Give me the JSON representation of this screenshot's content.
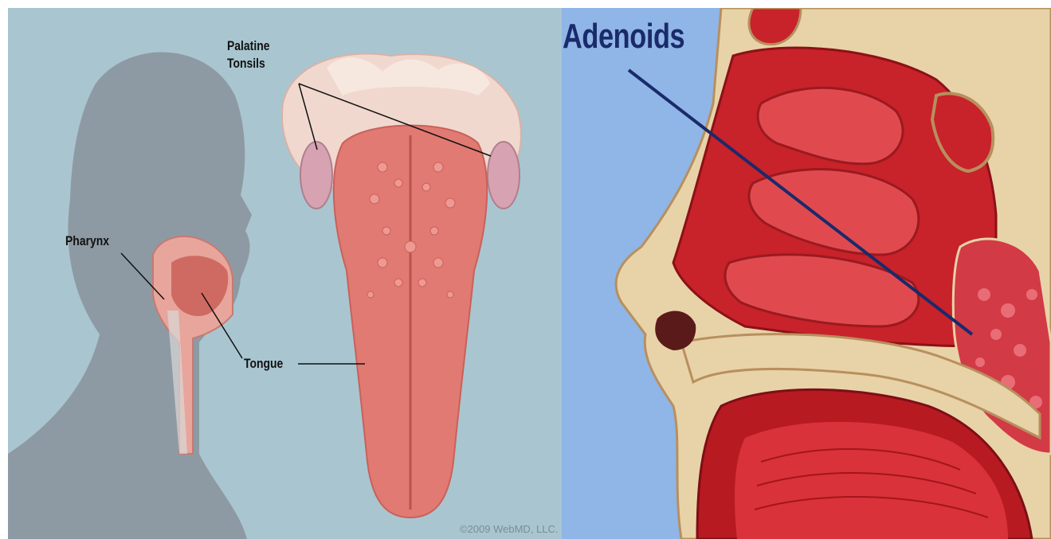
{
  "left_figure": {
    "labels": {
      "palatine_tonsils_line1": "Palatine",
      "palatine_tonsils_line2": "Tonsils",
      "pharynx": "Pharynx",
      "tongue": "Tongue"
    },
    "copyright": "©2009 WebMD, LLC."
  },
  "right_figure": {
    "labels": {
      "adenoids": "Adenoids"
    }
  },
  "colors": {
    "left_background": "#a9c6d0",
    "silhouette": "#8e9aa3",
    "right_background": "#8fb6e6",
    "tissue_red": "#c8222a",
    "tongue_pink": "#e07a72",
    "label_dark_blue": "#1a2a6b"
  }
}
